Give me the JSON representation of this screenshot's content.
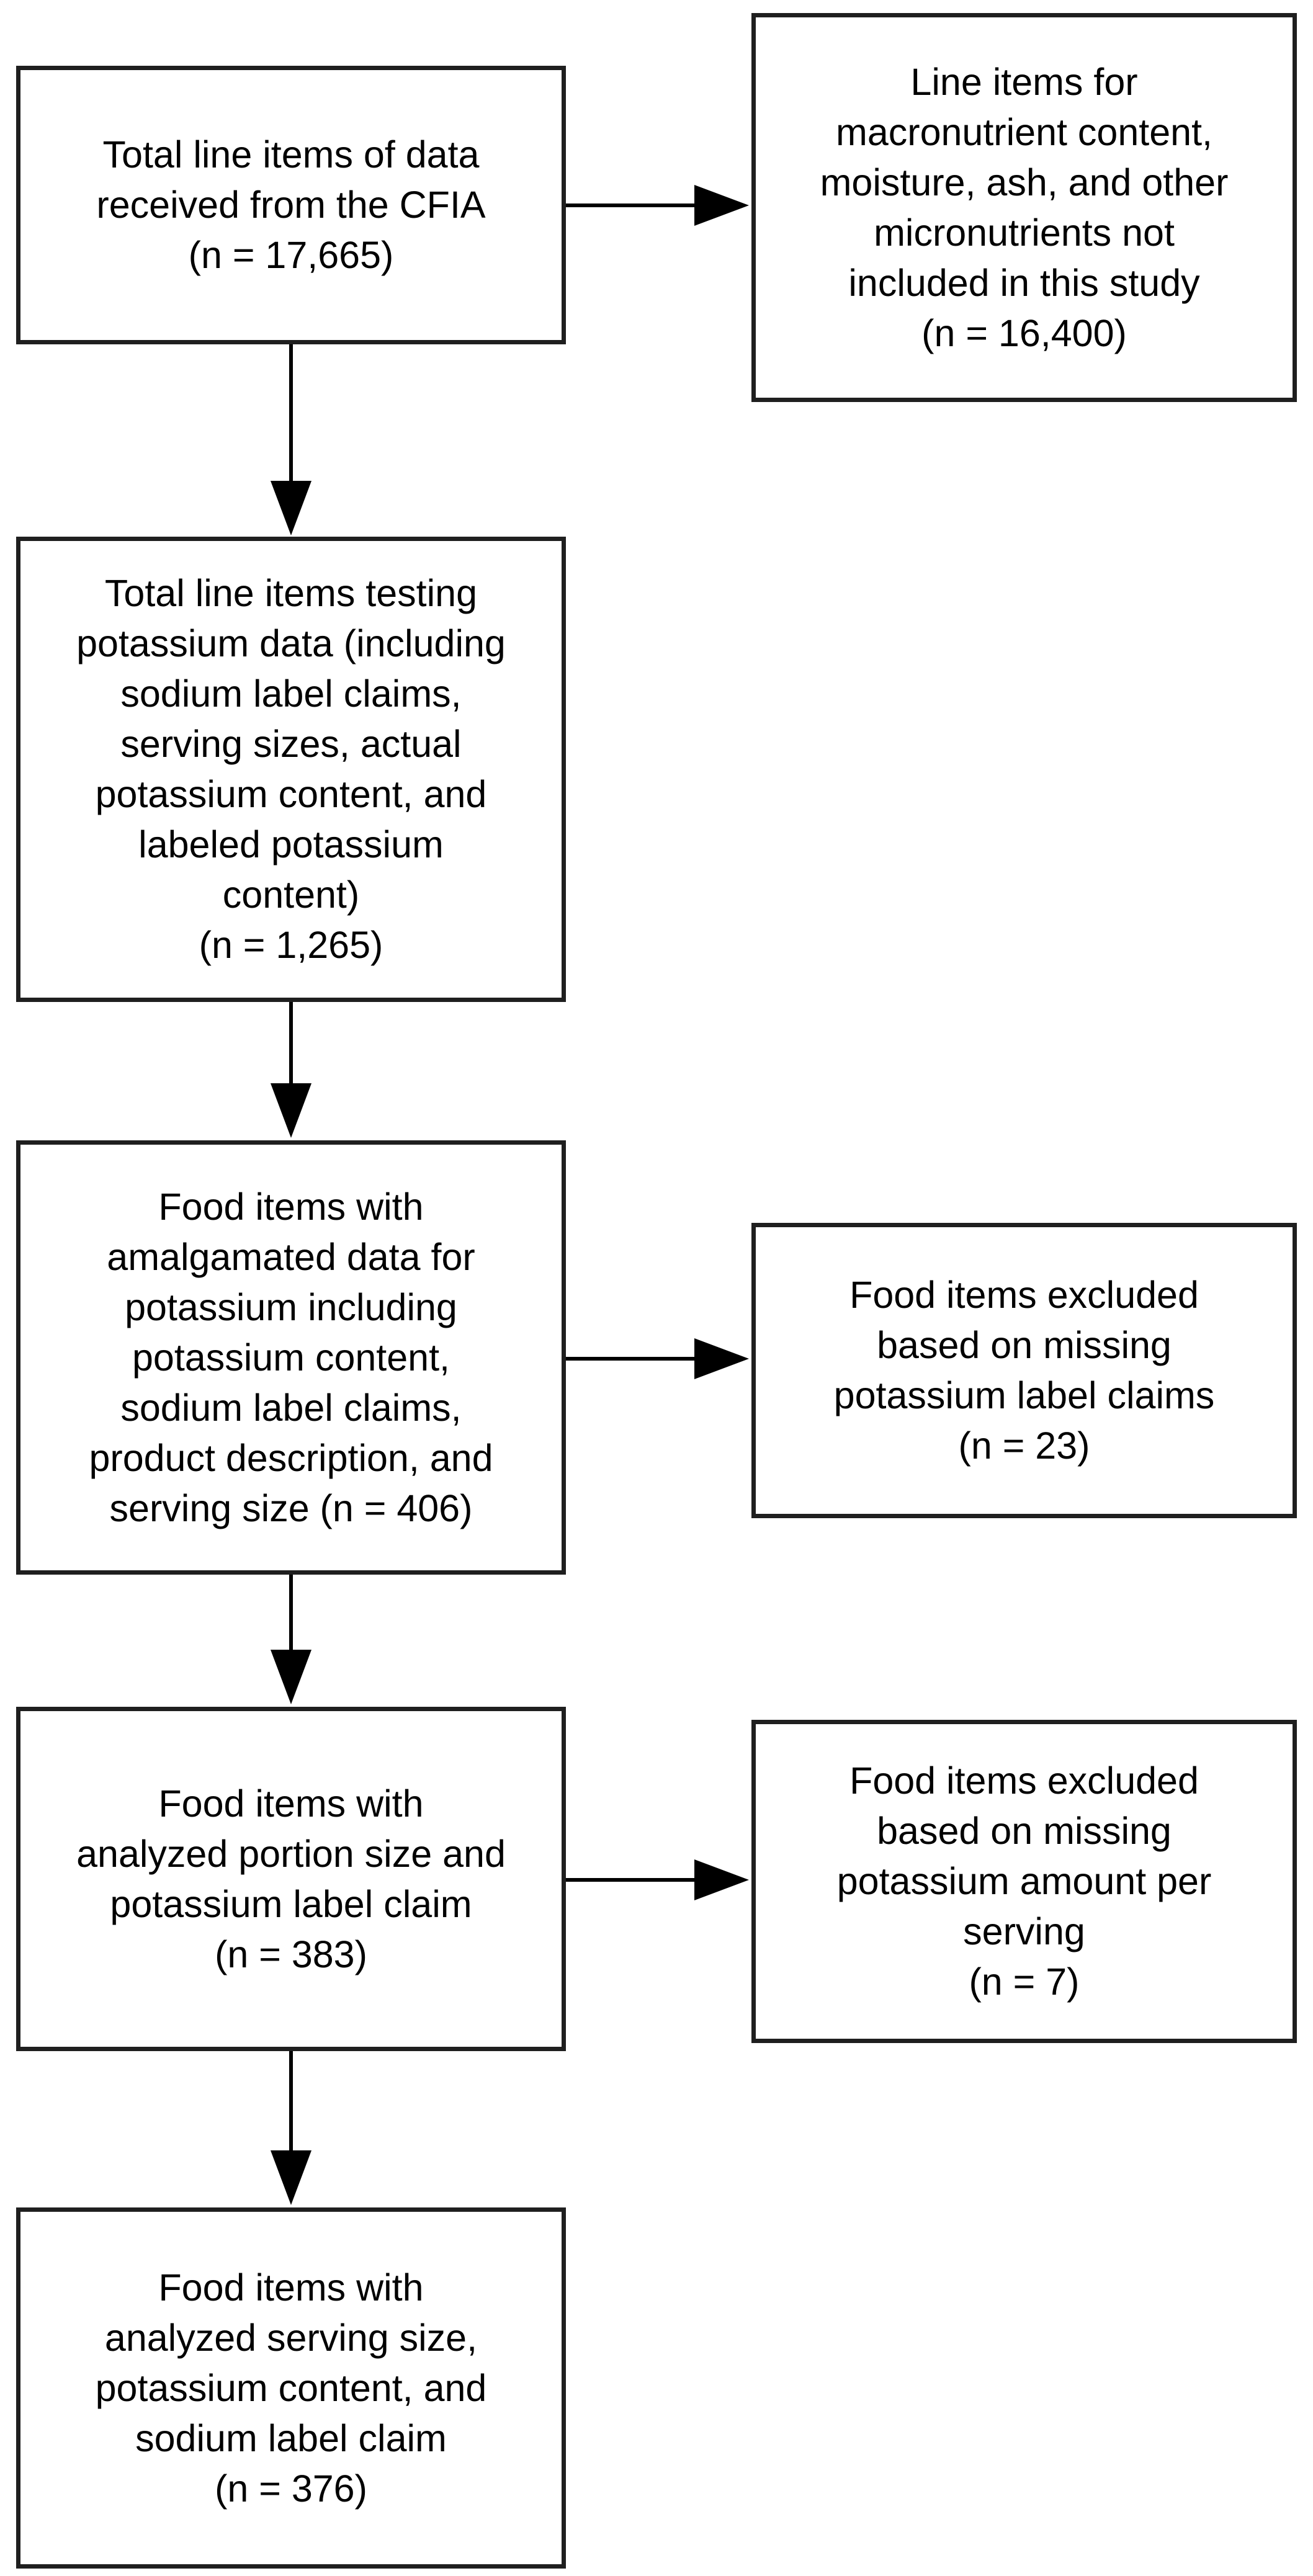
{
  "colors": {
    "background": "#ffffff",
    "box_fill": "#ffffff",
    "box_border": "#1f1f1f",
    "arrow": "#000000",
    "text": "#000000"
  },
  "boxes": {
    "b1": {
      "text": "Total line items of data\nreceived from the CFIA\n(n = 17,665)",
      "n": "17,665"
    },
    "b2": {
      "text": "Line items for\nmacronutrient content,\nmoisture, ash, and other\nmicronutrients not\nincluded in this study\n(n = 16,400)",
      "n": "16,400"
    },
    "b3": {
      "text": "Total line items testing\npotassium data (including\nsodium label claims,\nserving sizes, actual\npotassium content, and\nlabeled potassium\ncontent)\n(n = 1,265)",
      "n": "1,265"
    },
    "b4": {
      "text": "Food items with\namalgamated data for\npotassium including\npotassium content,\nsodium label claims,\nproduct description, and\nserving size (n = 406)",
      "n": "406"
    },
    "b5": {
      "text": "Food items excluded\nbased on missing\npotassium label claims\n(n = 23)",
      "n": "23"
    },
    "b6": {
      "text": "Food items with\nanalyzed portion size and\npotassium label claim\n(n = 383)",
      "n": "383"
    },
    "b7": {
      "text": "Food items excluded\nbased on missing\npotassium amount per\nserving\n(n = 7)",
      "n": "7"
    },
    "b8": {
      "text": "Food items with\nanalyzed serving size,\npotassium content, and\nsodium label claim\n(n = 376)",
      "n": "376"
    }
  },
  "edges": [
    {
      "from": "b1",
      "to": "b2",
      "direction": "right"
    },
    {
      "from": "b1",
      "to": "b3",
      "direction": "down"
    },
    {
      "from": "b3",
      "to": "b4",
      "direction": "down"
    },
    {
      "from": "b4",
      "to": "b5",
      "direction": "right"
    },
    {
      "from": "b4",
      "to": "b6",
      "direction": "down"
    },
    {
      "from": "b6",
      "to": "b7",
      "direction": "right"
    },
    {
      "from": "b6",
      "to": "b8",
      "direction": "down"
    }
  ]
}
